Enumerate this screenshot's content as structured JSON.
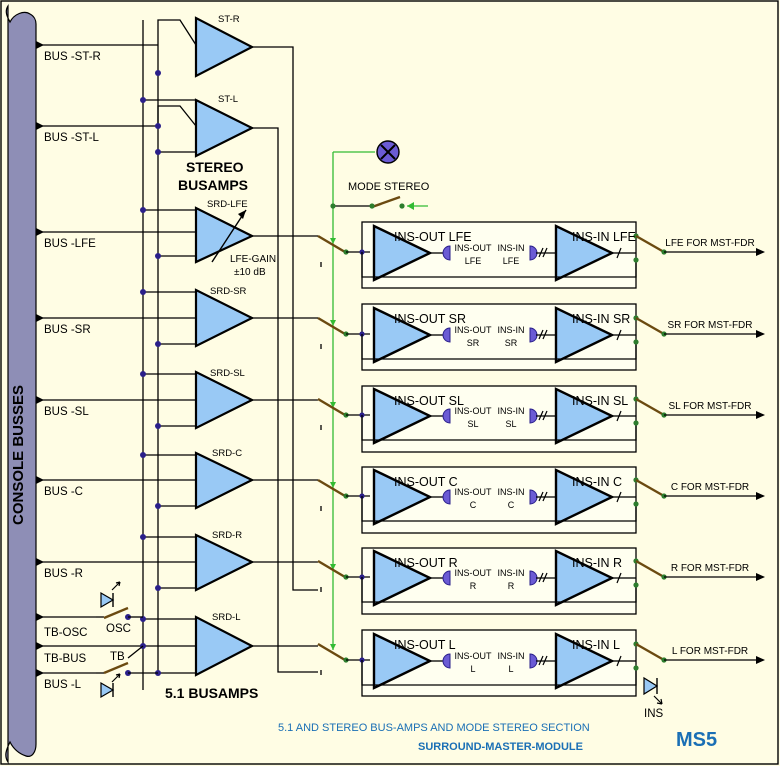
{
  "side_label": "CONSOLE BUSSES",
  "buses": [
    {
      "label": "BUS -ST-R"
    },
    {
      "label": "BUS -ST-L"
    },
    {
      "label": "BUS -LFE"
    },
    {
      "label": "BUS -SR"
    },
    {
      "label": "BUS -SL"
    },
    {
      "label": "BUS -C"
    },
    {
      "label": "BUS -R"
    },
    {
      "label": "TB-OSC"
    },
    {
      "label": "TB-BUS"
    },
    {
      "label": "BUS -L"
    }
  ],
  "busamps": [
    {
      "label": "ST-R"
    },
    {
      "label": "ST-L"
    },
    {
      "label": "SRD-LFE"
    },
    {
      "label": "SRD-SR"
    },
    {
      "label": "SRD-SL"
    },
    {
      "label": "SRD-C"
    },
    {
      "label": "SRD-R"
    },
    {
      "label": "SRD-L"
    }
  ],
  "stereo_group": {
    "line1": "STEREO",
    "line2": "BUSAMPS"
  },
  "surround_group": "5.1 BUSAMPS",
  "lfe_gain": {
    "line1": "LFE-GAIN",
    "line2": "±10 dB"
  },
  "osc_label": "OSC",
  "tb_label": "TB",
  "mode_stereo": "MODE STEREO",
  "channels": [
    {
      "ins_out": "INS-OUT LFE",
      "ins_in": "INS-IN LFE",
      "out_jack": [
        "INS-OUT",
        "LFE"
      ],
      "in_jack": [
        "INS-IN",
        "LFE"
      ],
      "output": "LFE FOR MST-FDR"
    },
    {
      "ins_out": "INS-OUT SR",
      "ins_in": "INS-IN SR",
      "out_jack": [
        "INS-OUT",
        "SR"
      ],
      "in_jack": [
        "INS-IN",
        "SR"
      ],
      "output": "SR FOR MST-FDR"
    },
    {
      "ins_out": "INS-OUT SL",
      "ins_in": "INS-IN SL",
      "out_jack": [
        "INS-OUT",
        "SL"
      ],
      "in_jack": [
        "INS-IN",
        "SL"
      ],
      "output": "SL FOR MST-FDR"
    },
    {
      "ins_out": "INS-OUT C",
      "ins_in": "INS-IN C",
      "out_jack": [
        "INS-OUT",
        "C"
      ],
      "in_jack": [
        "INS-IN",
        "C"
      ],
      "output": "C FOR MST-FDR"
    },
    {
      "ins_out": "INS-OUT R",
      "ins_in": "INS-IN R",
      "out_jack": [
        "INS-OUT",
        "R"
      ],
      "in_jack": [
        "INS-IN",
        "R"
      ],
      "output": "R FOR MST-FDR"
    },
    {
      "ins_out": "INS-OUT L",
      "ins_in": "INS-IN L",
      "out_jack": [
        "INS-OUT",
        "L"
      ],
      "in_jack": [
        "INS-IN",
        "L"
      ],
      "output": "L FOR MST-FDR"
    }
  ],
  "ins_label": "INS",
  "caption": "5.1 AND STEREO BUS-AMPS AND MODE STEREO SECTION",
  "subcaption": "SURROUND-MASTER-MODULE",
  "module_id": "MS5",
  "colors": {
    "background": "#fffde4",
    "amp_fill": "#99c9f5",
    "busses_bar": "#8e8eb6",
    "accent_blue": "#1a6fb5",
    "signal_green": "#33bb33"
  }
}
